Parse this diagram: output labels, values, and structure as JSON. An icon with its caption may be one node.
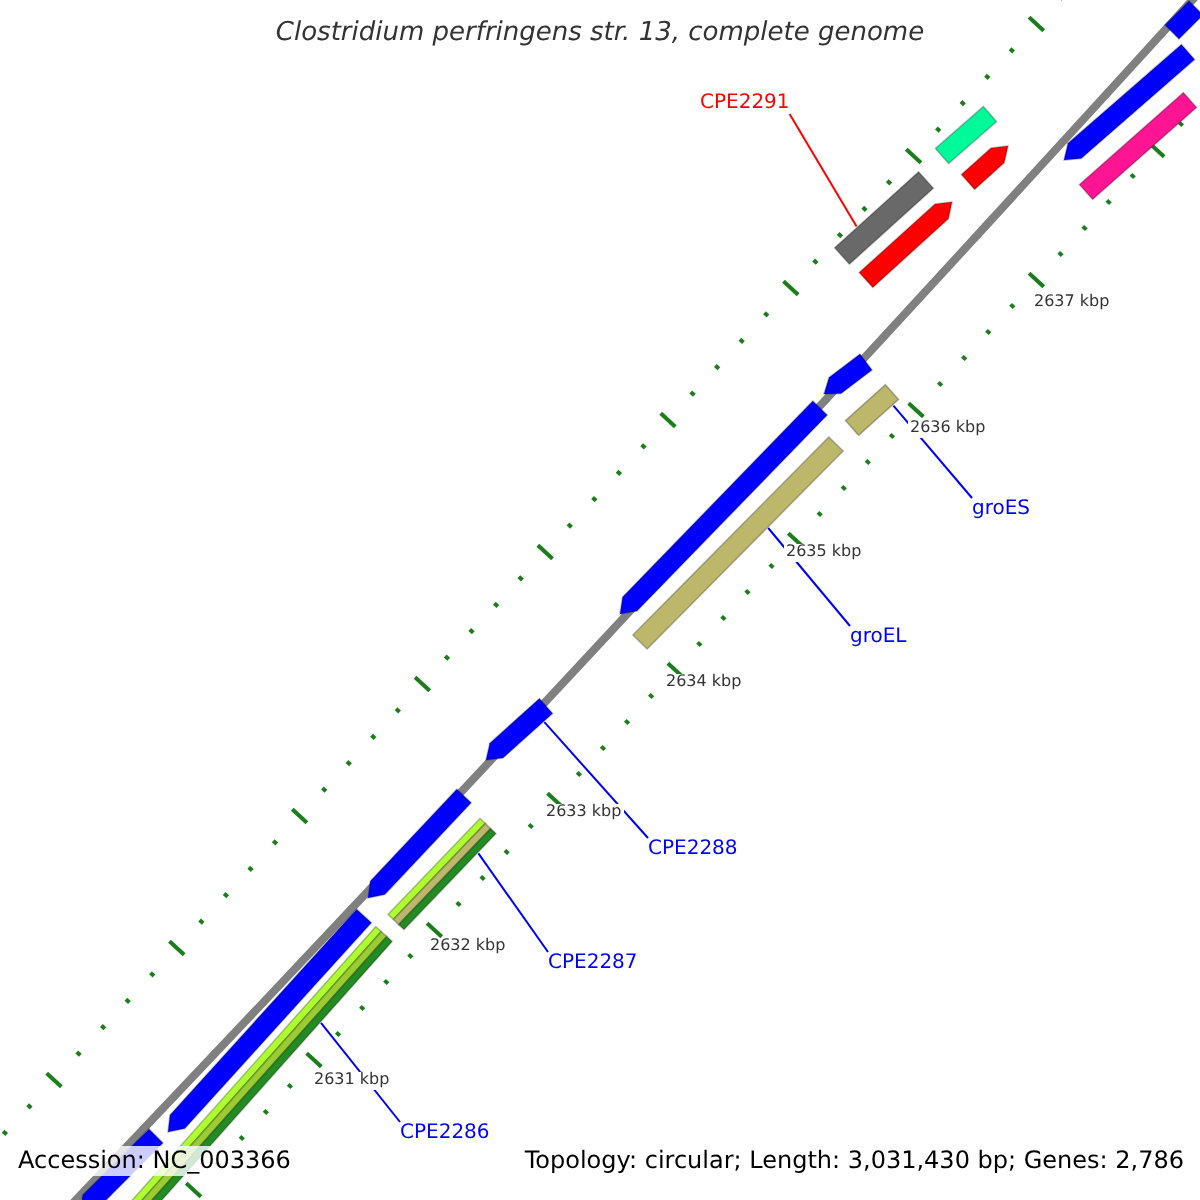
{
  "diagram": {
    "title": "Clostridium perfringens str. 13, complete genome",
    "nodes": [
      {
        "text": [
          "CPE2291"
        ]
      },
      {
        "text": [],
        "shape": "bar"
      },
      {
        "text": [
          "groES"
        ]
      },
      {
        "text": [],
        "shape": "bar"
      },
      {
        "text": [
          "groEL"
        ]
      },
      {
        "text": [],
        "shape": "bar"
      },
      {
        "text": [
          "CPE2288"
        ]
      },
      {
        "text": [],
        "shape": "arrow"
      },
      {
        "text": [
          "CPE2287"
        ]
      },
      {
        "text": [],
        "shape": "bar"
      },
      {
        "text": [
          "CPE2286"
        ]
      },
      {
        "text": [],
        "shape": "bar"
      },
      {
        "text": [],
        "shape": "bar"
      },
      {
        "text": [],
        "shape": "bar"
      },
      {
        "text": [],
        "shape": "arrow"
      },
      {
        "text": [],
        "shape": "bar"
      },
      {
        "text": [],
        "shape": "arrow"
      },
      {
        "text": [],
        "shape": "arrow"
      },
      {
        "text": [],
        "shape": "arrow"
      },
      {
        "text": [],
        "shape": "arrow"
      },
      {
        "text": [],
        "shape": "arrow"
      },
      {
        "text": [],
        "shape": "arrow"
      },
      {
        "text": [],
        "shape": "arrow"
      }
    ],
    "edges": [
      {
        "from": 0,
        "to": 1,
        "arrow": "none",
        "color": "#ff0000"
      },
      {
        "from": 2,
        "to": 3,
        "arrow": "none"
      },
      {
        "from": 4,
        "to": 5,
        "arrow": "none"
      },
      {
        "from": 6,
        "to": 7,
        "arrow": "none"
      },
      {
        "from": 8,
        "to": 9,
        "arrow": "none"
      },
      {
        "from": 10,
        "to": 11,
        "arrow": "none"
      }
    ],
    "labels": [
      "2637 kbp",
      "2636 kbp",
      "2635 kbp",
      "2634 kbp",
      "2633 kbp",
      "2632 kbp",
      "2631 kbp",
      "Accession: NC_003366",
      "Topology: circular; Length: 3,031,430 bp; Genes: 2,786"
    ]
  }
}
